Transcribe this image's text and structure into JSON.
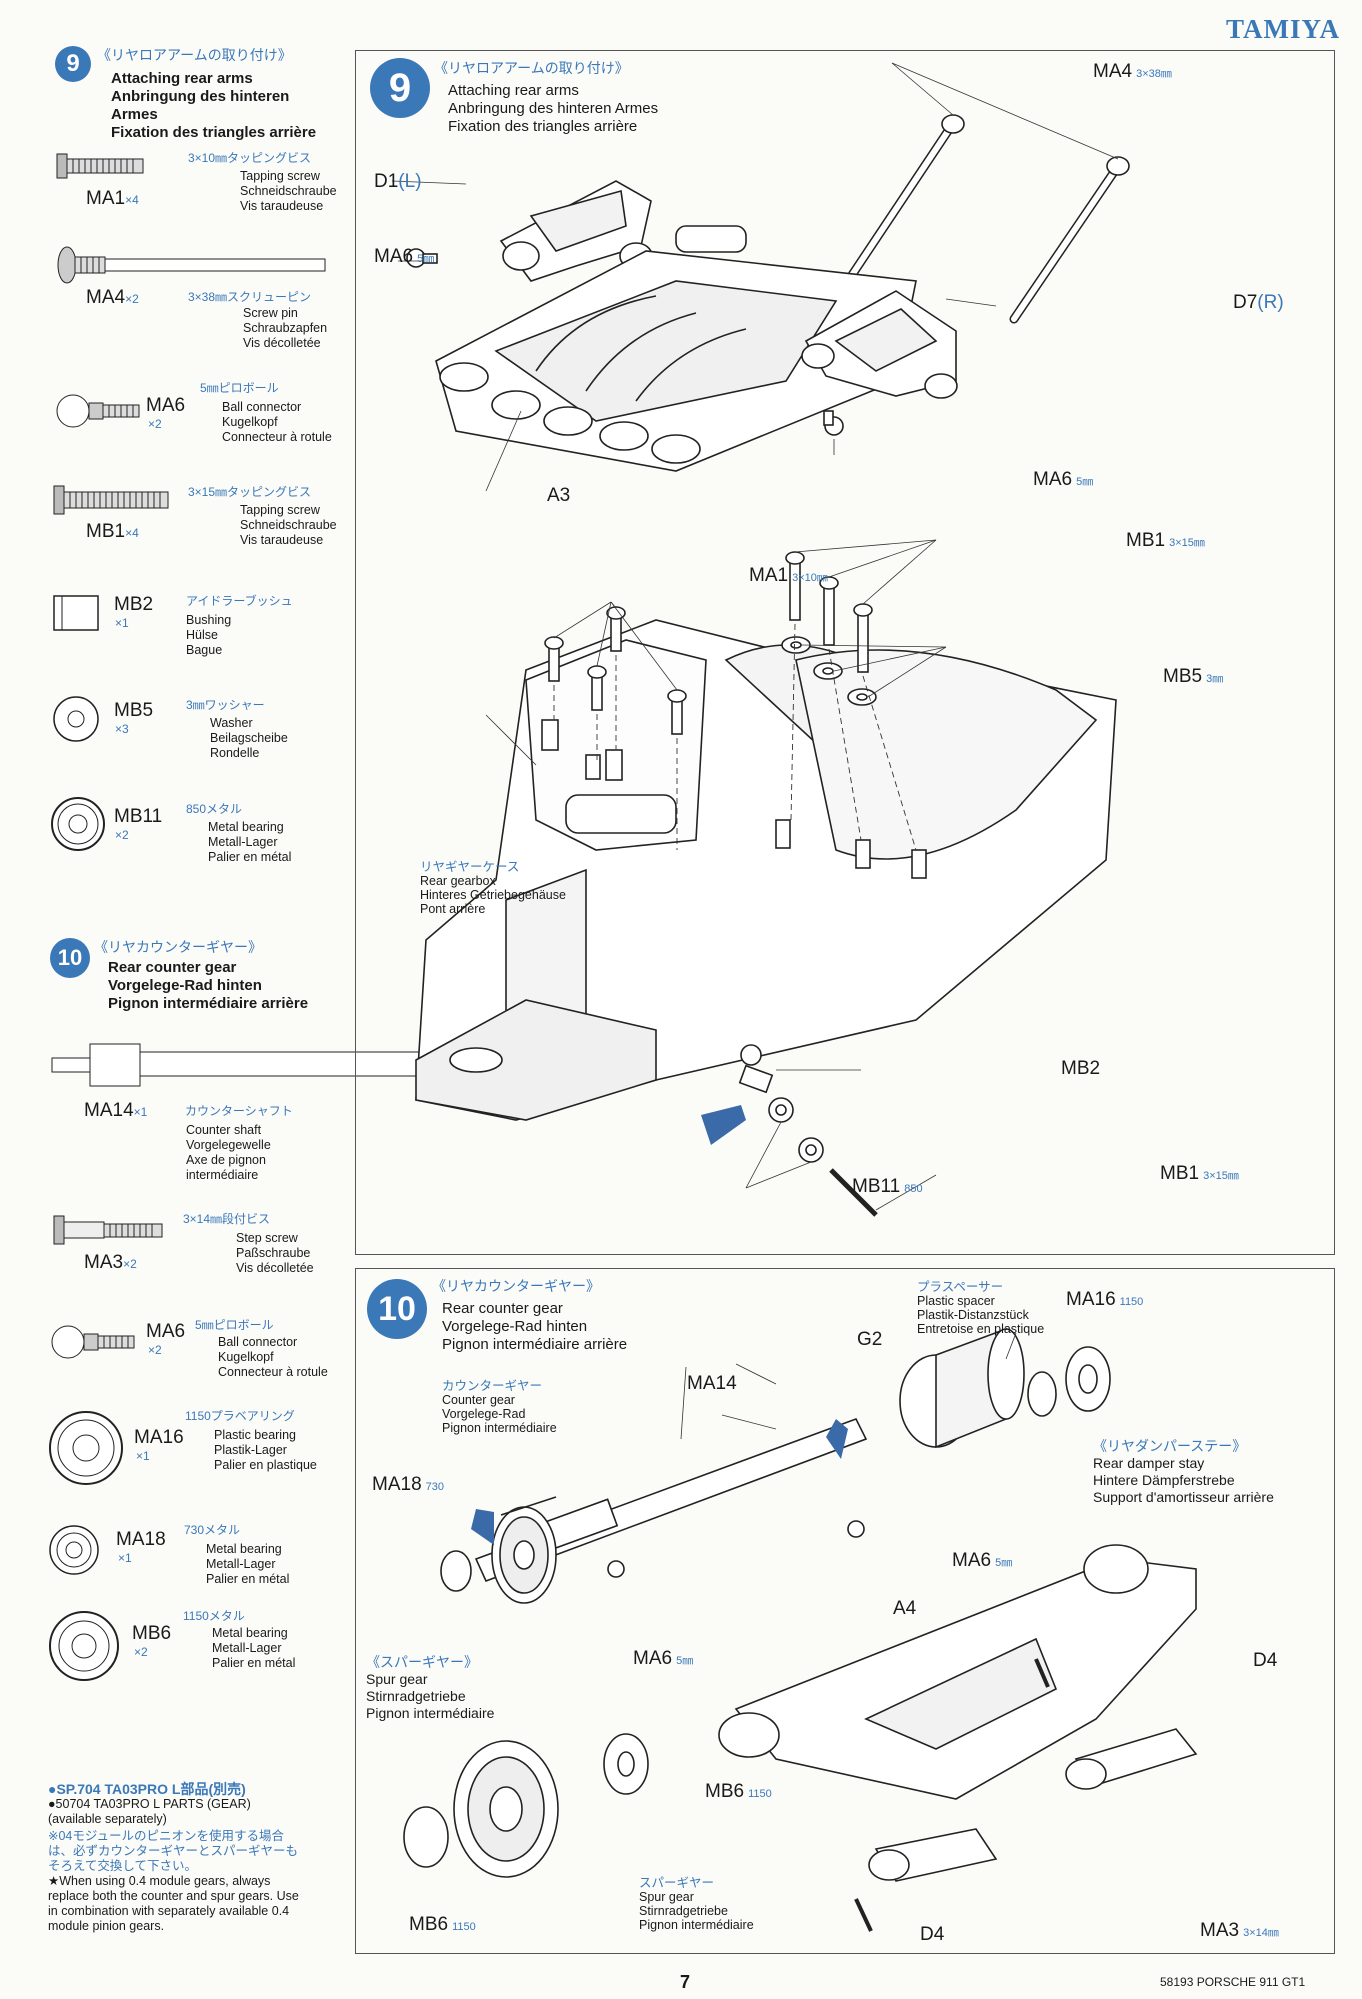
{
  "brand": "TAMIYA",
  "footer": {
    "page": "7",
    "model": "58193 PORSCHE 911 GT1"
  },
  "step9": {
    "number": "9",
    "jp": "《リヤロアアームの取り付け》",
    "en": "Attaching rear arms",
    "de": "Anbringung des hinteren Armes",
    "de_side_1": "Anbringung des hinteren",
    "de_side_2": "Armes",
    "fr": "Fixation des triangles arrière"
  },
  "step10": {
    "number": "10",
    "jp": "《リヤカウンターギヤー》",
    "en": "Rear counter gear",
    "de": "Vorgelege-Rad hinten",
    "fr": "Pignon intermédiaire arrière"
  },
  "parts9": [
    {
      "code": "MA1",
      "qty": "×4",
      "jp": "3×10㎜タッピングビス",
      "en": "Tapping screw",
      "de": "Schneidschraube",
      "fr": "Vis taraudeuse"
    },
    {
      "code": "MA4",
      "qty": "×2",
      "jp": "3×38㎜スクリューピン",
      "en": "Screw pin",
      "de": "Schraubzapfen",
      "fr": "Vis décolletée"
    },
    {
      "code": "MA6",
      "qty": "×2",
      "jp": "5㎜ピロボール",
      "en": "Ball connector",
      "de": "Kugelkopf",
      "fr": "Connecteur à rotule"
    },
    {
      "code": "MB1",
      "qty": "×4",
      "jp": "3×15㎜タッピングビス",
      "en": "Tapping screw",
      "de": "Schneidschraube",
      "fr": "Vis taraudeuse"
    },
    {
      "code": "MB2",
      "qty": "×1",
      "jp": "アイドラーブッシュ",
      "en": "Bushing",
      "de": "Hülse",
      "fr": "Bague"
    },
    {
      "code": "MB5",
      "qty": "×3",
      "jp": "3㎜ワッシャー",
      "en": "Washer",
      "de": "Beilagscheibe",
      "fr": "Rondelle"
    },
    {
      "code": "MB11",
      "qty": "×2",
      "jp": "850メタル",
      "en": "Metal bearing",
      "de": "Metall-Lager",
      "fr": "Palier en métal"
    }
  ],
  "parts10": [
    {
      "code": "MA14",
      "qty": "×1",
      "jp": "カウンターシャフト",
      "en": "Counter shaft",
      "de": "Vorgelegewelle",
      "fr": "Axe de pignon",
      "fr2": "intermédiaire"
    },
    {
      "code": "MA3",
      "qty": "×2",
      "jp": "3×14㎜段付ビス",
      "en": "Step screw",
      "de": "Paßschraube",
      "fr": "Vis décolletée"
    },
    {
      "code": "MA6",
      "qty": "×2",
      "jp": "5㎜ピロボール",
      "en": "Ball connector",
      "de": "Kugelkopf",
      "fr": "Connecteur à rotule"
    },
    {
      "code": "MA16",
      "qty": "×1",
      "jp": "1150プラベアリング",
      "en": "Plastic bearing",
      "de": "Plastik-Lager",
      "fr": "Palier en plastique"
    },
    {
      "code": "MA18",
      "qty": "×1",
      "jp": "730メタル",
      "en": "Metal bearing",
      "de": "Metall-Lager",
      "fr": "Palier en métal"
    },
    {
      "code": "MB6",
      "qty": "×2",
      "jp": "1150メタル",
      "en": "Metal bearing",
      "de": "Metall-Lager",
      "fr": "Palier en métal"
    }
  ],
  "sp_note": {
    "line1": "●SP.704 TA03PRO L部品(別売)",
    "line2": "●50704 TA03PRO L PARTS (GEAR)",
    "line3": "(available separately)",
    "jp1": "※04モジュールのピニオンを使用する場合",
    "jp2": "は、必ずカウンターギヤーとスパーギヤーも",
    "jp3": "そろえて交換して下さい。",
    "en1": "★When using 0.4 module gears, always",
    "en2": "replace both the counter and spur gears. Use",
    "en3": "in combination with separately available 0.4",
    "en4": "module pinion gears."
  },
  "diagram9": {
    "ma4": "MA4",
    "ma4_size": "3×38㎜",
    "d1": "D1",
    "d1_side": "(L)",
    "ma6_a": "MA6",
    "ma6_a_size": "5㎜",
    "d7": "D7",
    "d7_side": "(R)",
    "ma6_b": "MA6",
    "ma6_b_size": "5㎜",
    "a3": "A3",
    "mb1_a": "MB1",
    "mb1_a_size": "3×15㎜",
    "ma1": "MA1",
    "ma1_size": "3×10㎜",
    "mb5": "MB5",
    "mb5_size": "3㎜",
    "gearbox_jp": "リヤギヤーケース",
    "gearbox_en": "Rear gearbox",
    "gearbox_de": "Hinteres Getriebegehäuse",
    "gearbox_fr": "Pont arrière",
    "mb2": "MB2",
    "mb11": "MB11",
    "mb11_size": "850",
    "mb1_b": "MB1",
    "mb1_b_size": "3×15㎜"
  },
  "diagram10": {
    "spacer_jp": "プラスペーサー",
    "spacer_en": "Plastic spacer",
    "spacer_de": "Plastik-Distanzstück",
    "spacer_fr": "Entretoise en plastique",
    "ma16": "MA16",
    "ma16_size": "1150",
    "g2": "G2",
    "counter_jp": "カウンターギヤー",
    "counter_en": "Counter gear",
    "counter_de": "Vorgelege-Rad",
    "counter_fr": "Pignon intermédiaire",
    "ma14": "MA14",
    "ma18": "MA18",
    "ma18_size": "730",
    "damper_jp": "《リヤダンパーステー》",
    "damper_en": "Rear damper stay",
    "damper_de": "Hintere Dämpferstrebe",
    "damper_fr": "Support d'amortisseur arrière",
    "ma6_c": "MA6",
    "ma6_c_size": "5㎜",
    "a4": "A4",
    "spur_jp": "《スパーギヤー》",
    "spur_en": "Spur gear",
    "spur_de": "Stirnradgetriebe",
    "spur_fr": "Pignon intermédiaire",
    "ma6_d": "MA6",
    "ma6_d_size": "5㎜",
    "d4_a": "D4",
    "mb6_a": "MB6",
    "mb6_a_size": "1150",
    "spur2_jp": "スパーギヤー",
    "spur2_en": "Spur gear",
    "spur2_de": "Stirnradgetriebe",
    "spur2_fr": "Pignon intermédiaire",
    "mb6_b": "MB6",
    "mb6_b_size": "1150",
    "d4_b": "D4",
    "ma3": "MA3",
    "ma3_size": "3×14㎜"
  }
}
